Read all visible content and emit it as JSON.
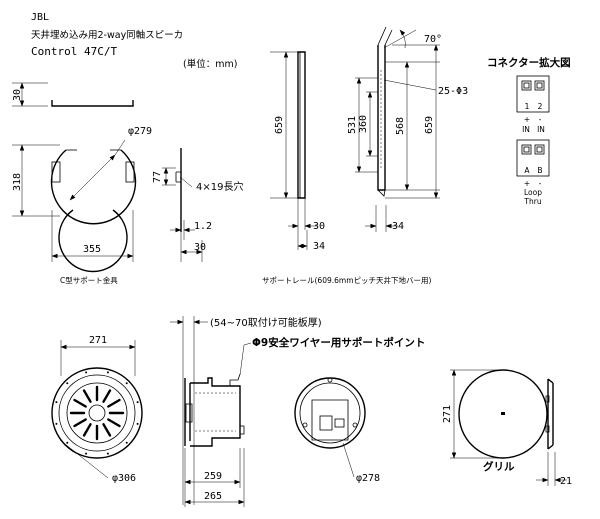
{
  "header": {
    "brand": "JBL",
    "description": "天井埋め込み用2-way同軸スピーカ",
    "model": "Control 47C/T",
    "unit": "(単位：mm)"
  },
  "connector": {
    "title": "コネクター拡大図",
    "top_block": {
      "labels": [
        "1",
        "2"
      ],
      "signs": [
        "+",
        "-"
      ],
      "captions": [
        "IN",
        "IN"
      ]
    },
    "bottom_block": {
      "labels": [
        "A",
        "B"
      ],
      "signs": [
        "+",
        "-"
      ],
      "caption": "Loop\nThru",
      "caption_l1": "Loop",
      "caption_l2": "Thru"
    }
  },
  "c_bracket": {
    "height_top": "30",
    "height": "318",
    "diameter": "φ279",
    "width": "355",
    "side_height": "77",
    "slot": "4×19長穴",
    "thickness": "1.2",
    "side_width": "30",
    "caption": "C型サポート金具"
  },
  "rail": {
    "angle": "70°",
    "holes": "25-Φ3",
    "len_total": "659",
    "len_531": "531",
    "len_360": "360",
    "len_568": "568",
    "len_659_right": "659",
    "width_30": "30",
    "width_34": "34",
    "width_34_right": "34",
    "caption": "サポートレール(609.6mmピッチ天井下地バー用)"
  },
  "speaker": {
    "panel_note": "(54~70取付け可能板厚)",
    "wire_note": "Φ9安全ワイヤー用サポートポイント",
    "front_width": "271",
    "front_dia": "φ306",
    "depth_259": "259",
    "depth_265": "265",
    "back_dia": "φ278"
  },
  "grille": {
    "label": "グリル",
    "height": "271",
    "thickness": "21"
  }
}
